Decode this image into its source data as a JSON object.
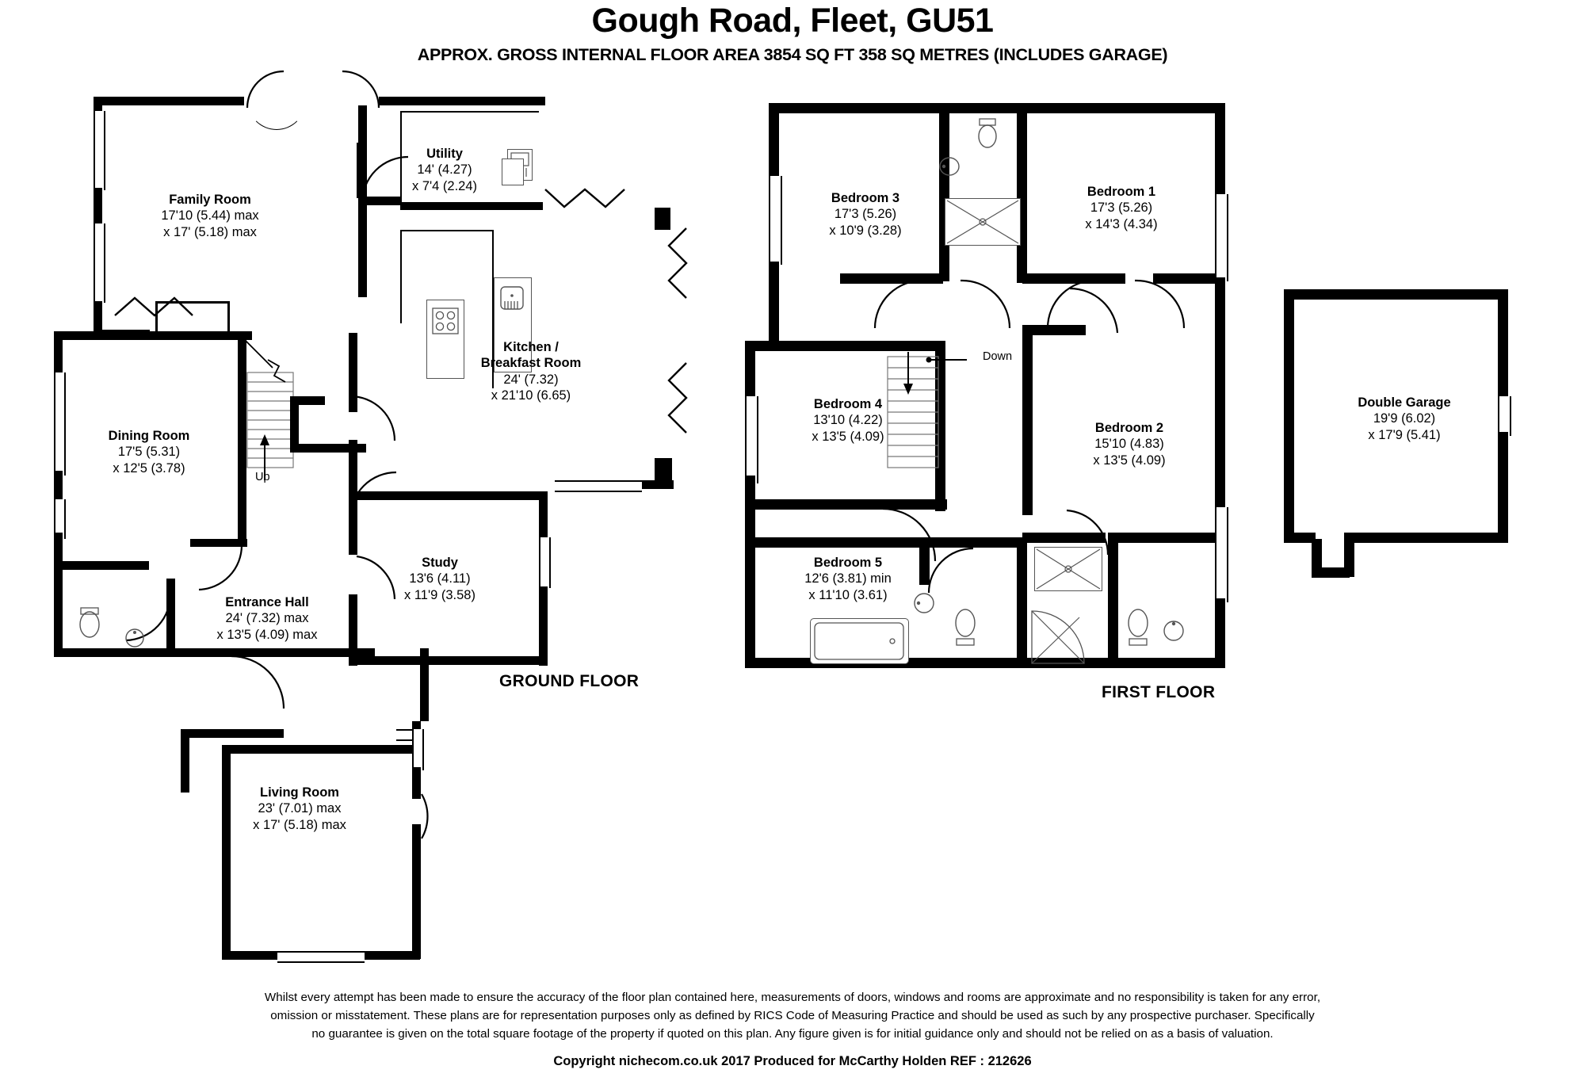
{
  "header": {
    "title": "Gough Road, Fleet, GU51",
    "subtitle": "APPROX. GROSS INTERNAL FLOOR AREA 3854 SQ FT 358 SQ METRES (INCLUDES GARAGE)"
  },
  "floors": [
    {
      "id": "ground",
      "label": "GROUND FLOOR"
    },
    {
      "id": "first",
      "label": "FIRST FLOOR"
    }
  ],
  "ground_rooms": [
    {
      "name": "Family Room",
      "dim1": "17'10 (5.44) max",
      "dim2": "x 17' (5.18) max"
    },
    {
      "name": "Utility",
      "dim1": "14' (4.27)",
      "dim2": "x 7'4 (2.24)"
    },
    {
      "name": "Kitchen /",
      "name2": "Breakfast Room",
      "dim1": "24' (7.32)",
      "dim2": "x 21'10 (6.65)"
    },
    {
      "name": "Dining Room",
      "dim1": "17'5 (5.31)",
      "dim2": "x 12'5 (3.78)"
    },
    {
      "name": "Entrance Hall",
      "dim1": "24' (7.32) max",
      "dim2": "x 13'5 (4.09) max"
    },
    {
      "name": "Study",
      "dim1": "13'6 (4.11)",
      "dim2": "x 11'9 (3.58)"
    },
    {
      "name": "Living Room",
      "dim1": "23' (7.01) max",
      "dim2": "x 17' (5.18) max"
    }
  ],
  "first_rooms": [
    {
      "name": "Bedroom 3",
      "dim1": "17'3 (5.26)",
      "dim2": "x 10'9 (3.28)"
    },
    {
      "name": "Bedroom 1",
      "dim1": "17'3 (5.26)",
      "dim2": "x 14'3 (4.34)"
    },
    {
      "name": "Bedroom 4",
      "dim1": "13'10 (4.22)",
      "dim2": "x 13'5 (4.09)"
    },
    {
      "name": "Bedroom 2",
      "dim1": "15'10 (4.83)",
      "dim2": "x 13'5 (4.09)"
    },
    {
      "name": "Bedroom 5",
      "dim1": "12'6 (3.81) min",
      "dim2": "x 11'10 (3.61)"
    }
  ],
  "garage": {
    "name": "Double Garage",
    "dim1": "19'9 (6.02)",
    "dim2": "x 17'9 (5.41)"
  },
  "stairs": {
    "up": "Up",
    "down": "Down"
  },
  "footer": {
    "line1": "Whilst every attempt has been made to ensure the accuracy of the floor plan contained here, measurements of doors, windows and rooms are approximate and no responsibility is taken for any error,",
    "line2": "omission or misstatement. These plans are for representation purposes only as defined by RICS Code of Measuring Practice and should be used as such by any prospective purchaser.  Specifically",
    "line3": "no guarantee is given on the total square footage of the property if quoted on this plan. Any figure given is for initial guidance only and should not be relied on as a basis of valuation.",
    "credit": "Copyright nichecom.co.uk 2017    Produced for McCarthy Holden    REF : 212626"
  },
  "colors": {
    "wall": "#000000",
    "fixture": "#555555",
    "background": "#ffffff"
  }
}
